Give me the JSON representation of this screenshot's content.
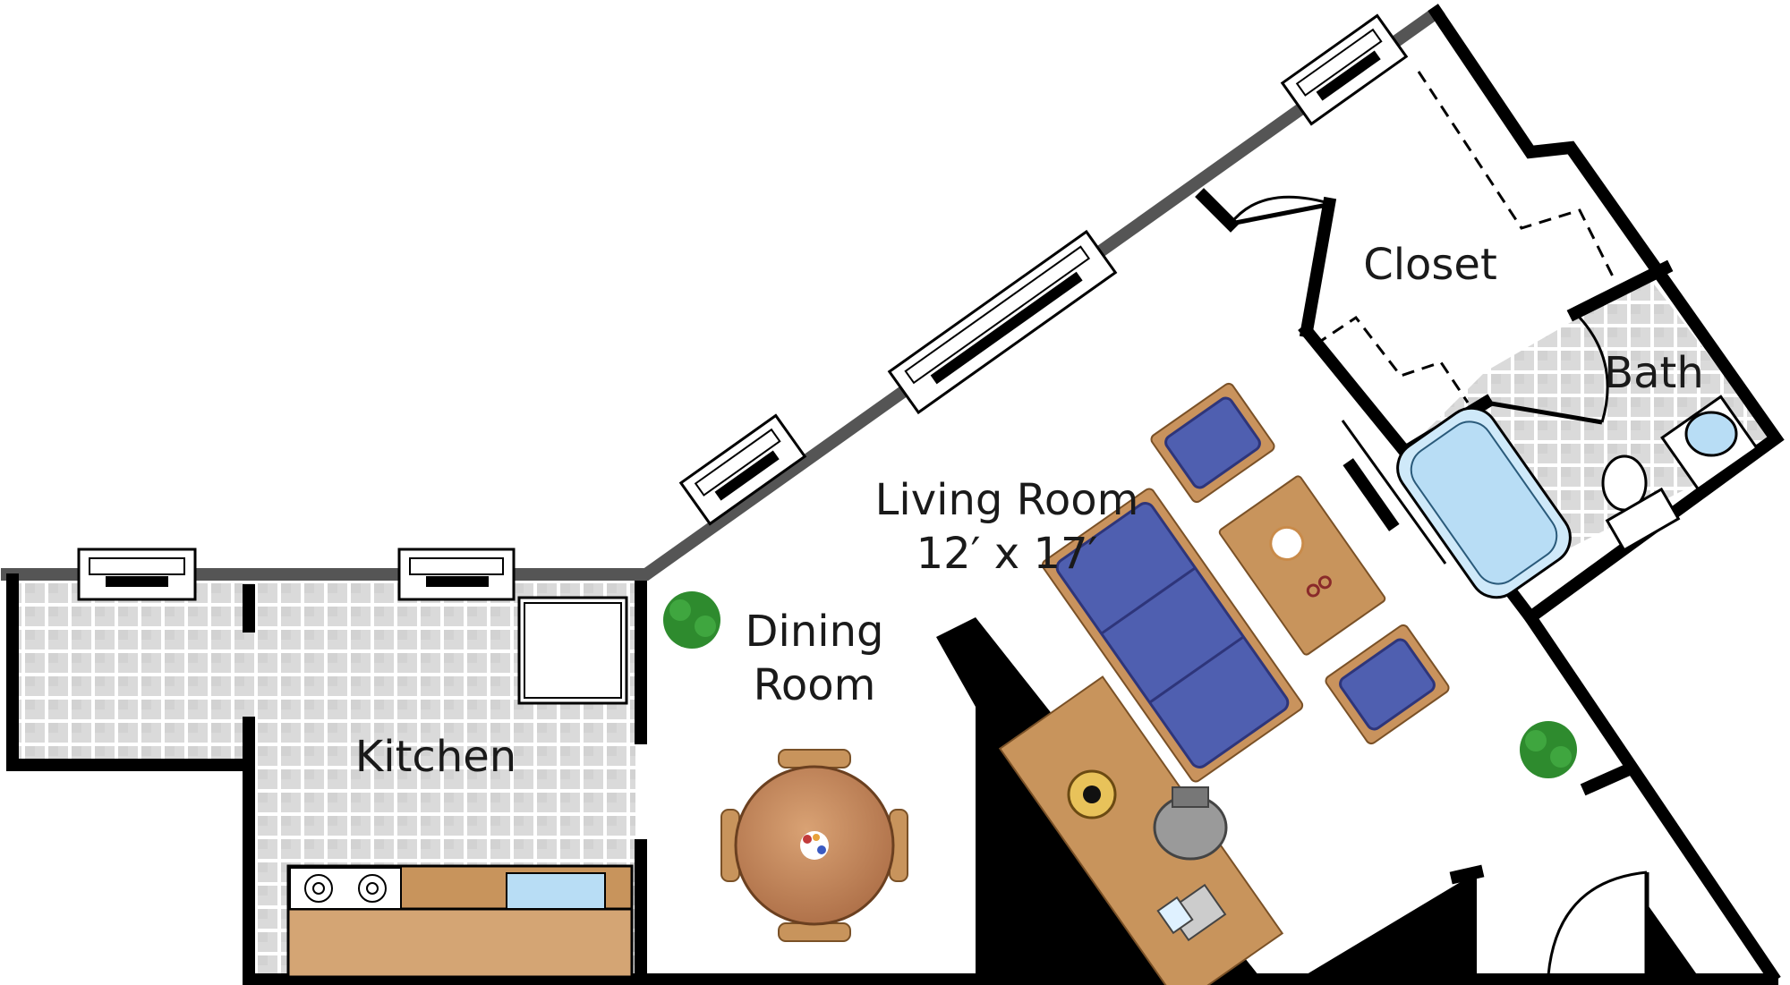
{
  "rooms": {
    "living_room": {
      "name": "Living Room",
      "dimensions": "12′ x 17′"
    },
    "dining_room": {
      "line1": "Dining",
      "line2": "Room"
    },
    "kitchen": {
      "name": "Kitchen"
    },
    "closet": {
      "name": "Closet"
    },
    "bath": {
      "name": "Bath"
    }
  },
  "colors": {
    "tile": "#dadada",
    "tile_grout": "#ffffff",
    "exterior_wall": "#555555",
    "interior_wall": "#000000",
    "upholstery": "#4f5fb0",
    "wood": "#c8945c",
    "counter": "#d4a574",
    "water": "#b8ddf5",
    "plant": "#2e8b2e"
  },
  "icons": [
    "window-icon",
    "door-swing-icon",
    "sofa-icon",
    "armchair-icon",
    "coffee-table-icon",
    "dining-table-icon",
    "plant-icon",
    "stove-icon",
    "sink-icon",
    "refrigerator-icon",
    "bathtub-icon",
    "toilet-icon",
    "desk-icon",
    "office-chair-icon",
    "tv-icon"
  ]
}
